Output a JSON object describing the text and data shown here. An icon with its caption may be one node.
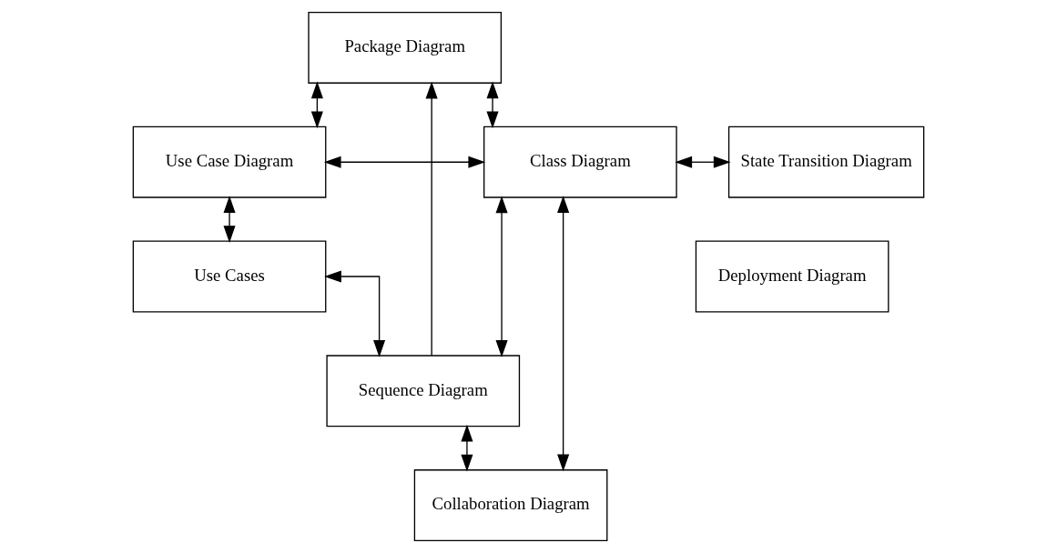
{
  "diagram": {
    "nodes": [
      {
        "text": [
          "Package Diagram"
        ]
      },
      {
        "text": [
          "Use Case Diagram"
        ]
      },
      {
        "text": [
          "Class Diagram"
        ]
      },
      {
        "text": [
          "State Transition Diagram"
        ]
      },
      {
        "text": [
          "Use Cases"
        ]
      },
      {
        "text": [
          "Deployment Diagram"
        ]
      },
      {
        "text": [
          "Sequence Diagram"
        ]
      },
      {
        "text": [
          "Collaboration Diagram"
        ]
      }
    ],
    "edges": [
      {
        "from": 0,
        "to": 2,
        "arrow": "both"
      },
      {
        "from": 0,
        "to": 1,
        "arrow": "both"
      },
      {
        "from": 1,
        "to": 2,
        "arrow": "both"
      },
      {
        "from": 2,
        "to": 3,
        "arrow": "both"
      },
      {
        "from": 1,
        "to": 4,
        "arrow": "both"
      },
      {
        "from": 4,
        "to": 6,
        "arrow": "both"
      },
      {
        "from": 2,
        "to": 6,
        "arrow": "both"
      },
      {
        "from": 6,
        "to": 0,
        "arrow": "to"
      },
      {
        "from": 6,
        "to": 7,
        "arrow": "both"
      },
      {
        "from": 2,
        "to": 7,
        "arrow": "both"
      }
    ]
  }
}
